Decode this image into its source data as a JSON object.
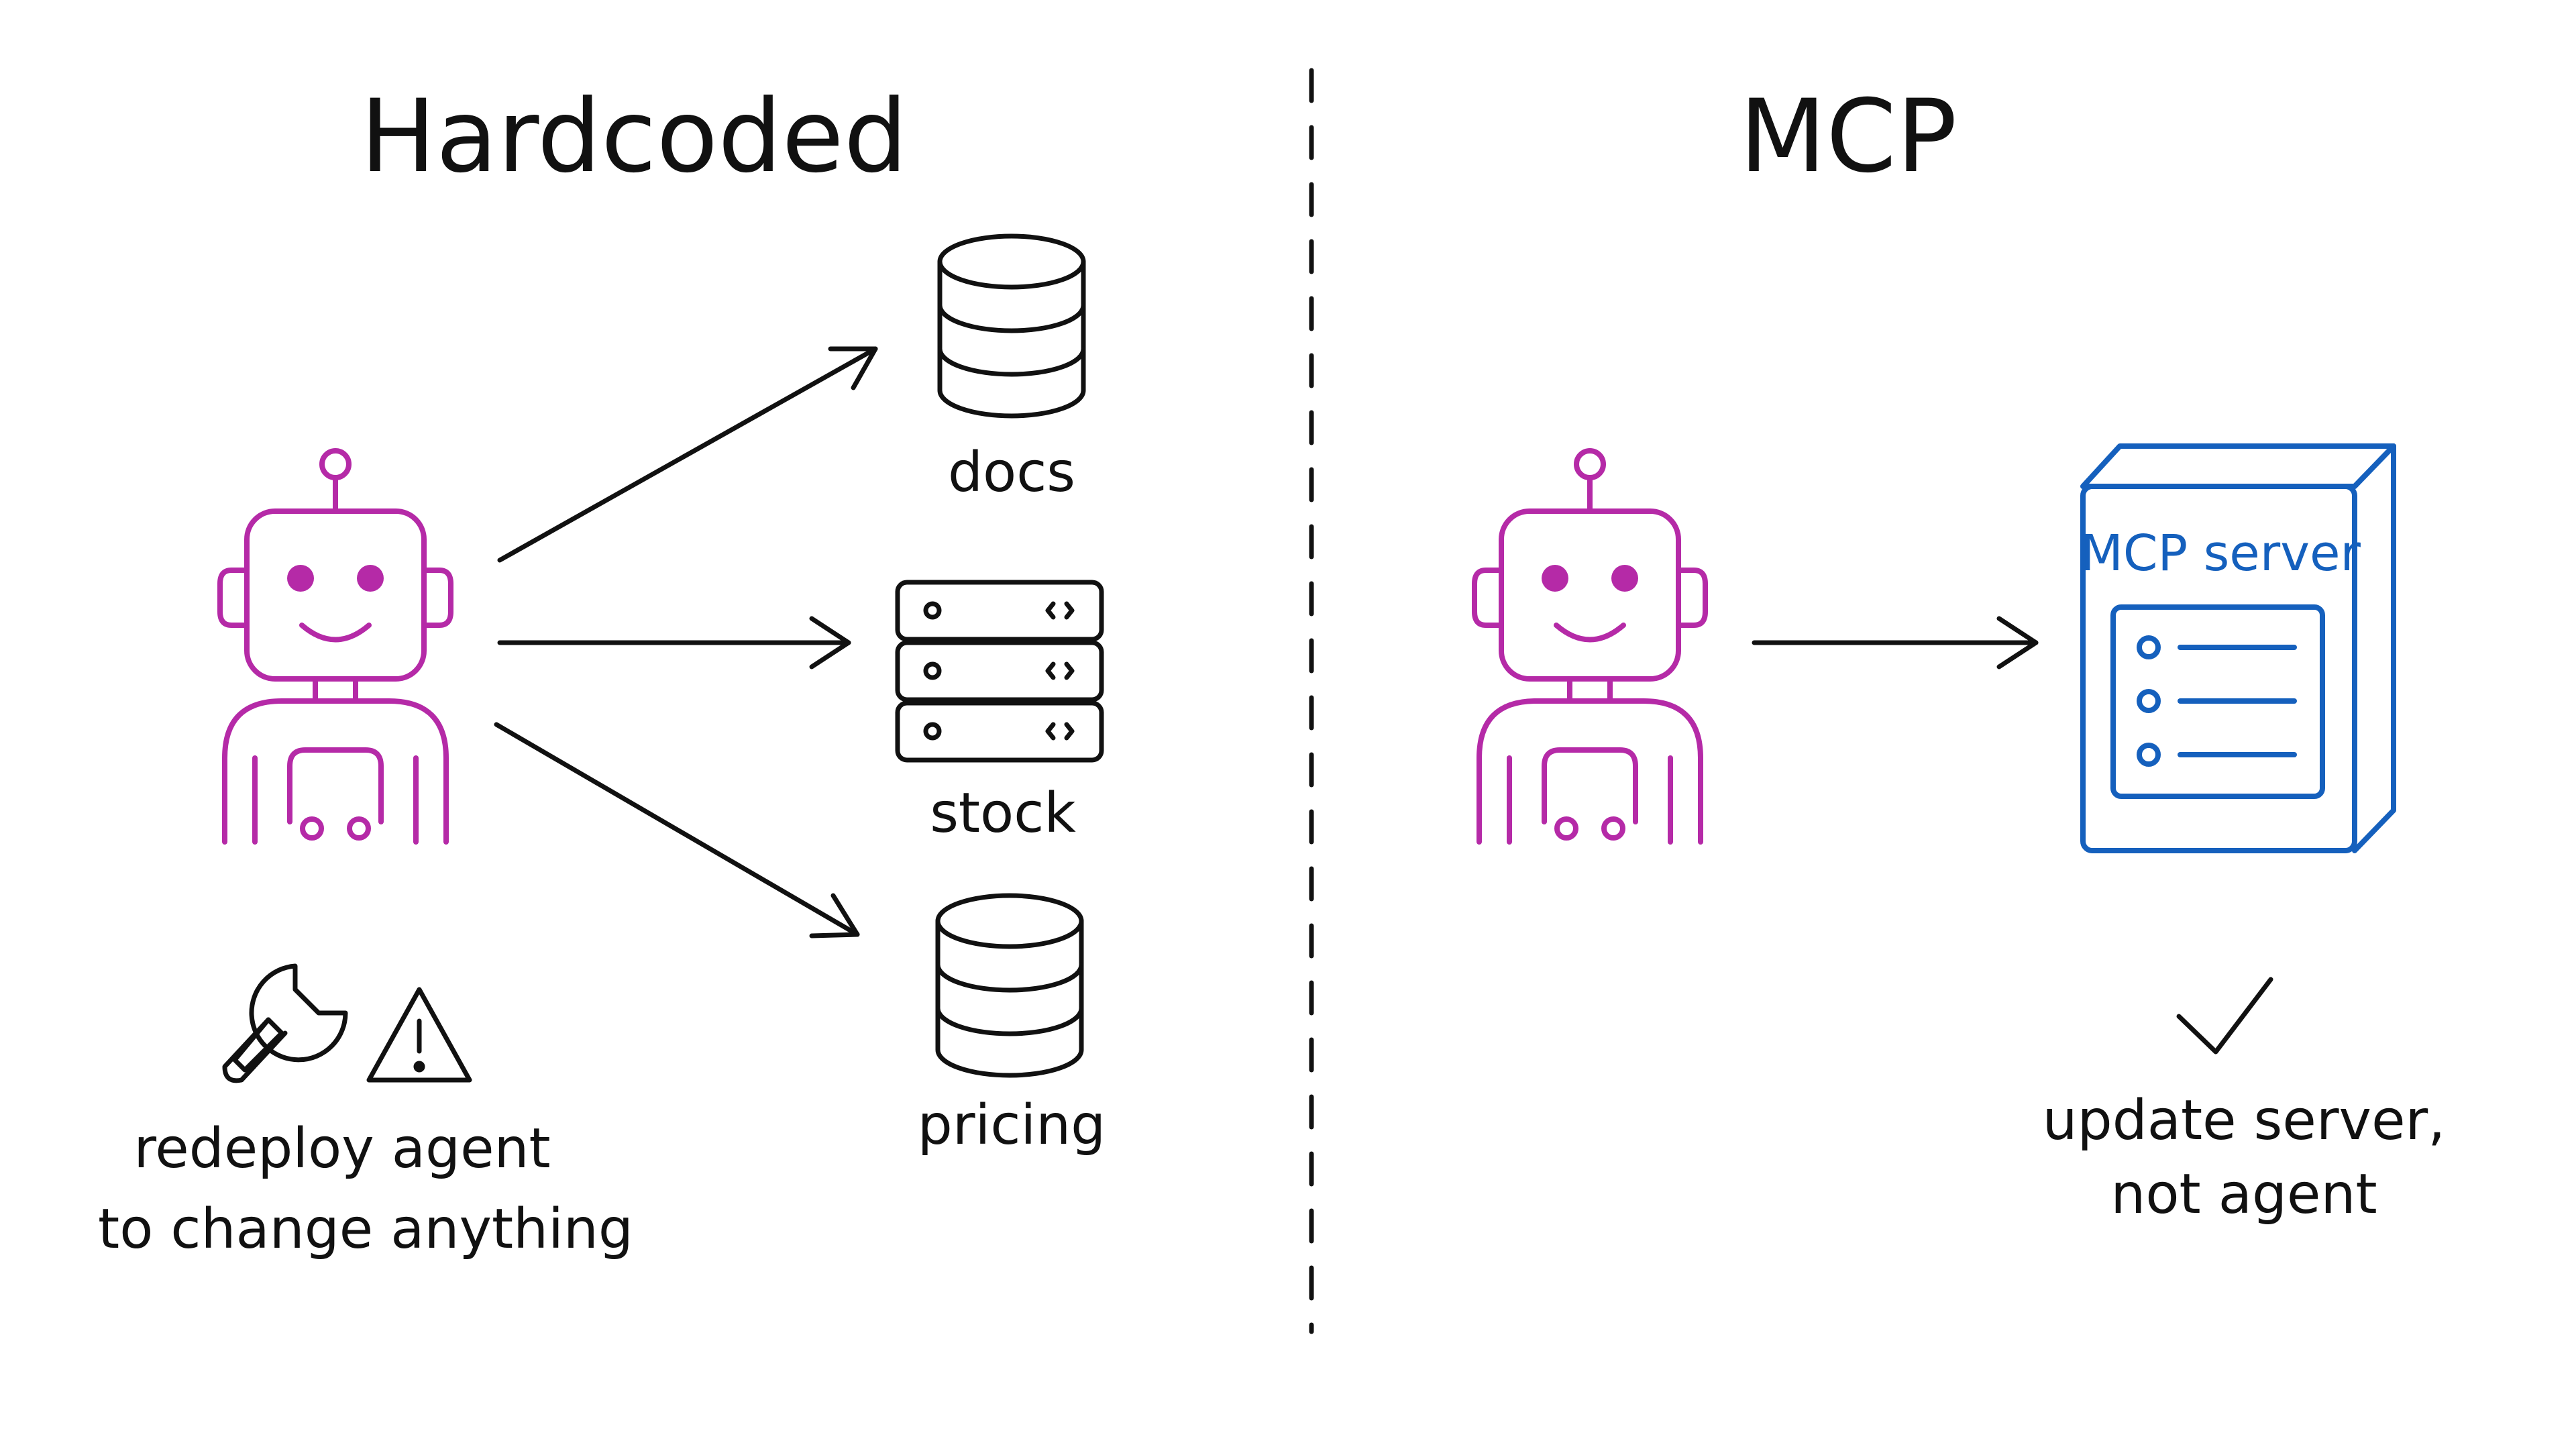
{
  "left_panel": {
    "title": "Hardcoded",
    "sources": [
      {
        "label": "docs",
        "icon": "database-icon"
      },
      {
        "label": "stock",
        "icon": "server-rack-icon"
      },
      {
        "label": "pricing",
        "icon": "database-icon"
      }
    ],
    "note_line1": "redeploy agent",
    "note_line2": "to change anything",
    "note_icons": [
      "wrench-icon",
      "warning-icon"
    ]
  },
  "right_panel": {
    "title": "MCP",
    "server_label": "MCP server",
    "note_line1": "update server,",
    "note_line2": "not agent",
    "note_icon": "checkmark-icon"
  },
  "colors": {
    "robot": "#b52aa7",
    "server": "#1560bd",
    "ink": "#111111"
  }
}
